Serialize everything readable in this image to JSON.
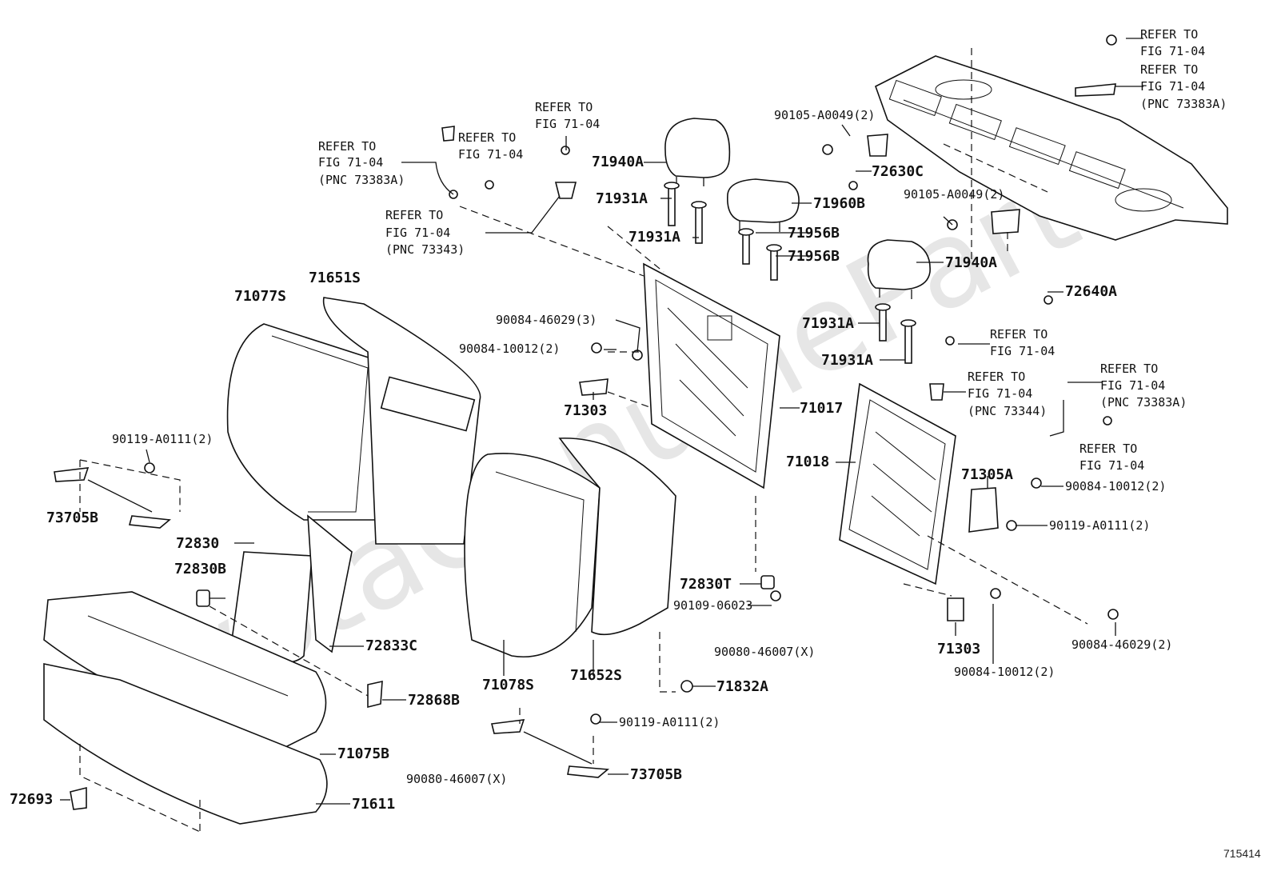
{
  "watermark": "ToyotaGenuineParts",
  "figure_id": "715414",
  "callouts": {
    "refer_topleft": [
      "REFER TO",
      "FIG 71-04",
      "(PNC 73383A)"
    ],
    "refer_topleft2": [
      "REFER TO",
      "FIG 71-04"
    ],
    "refer_topmid": [
      "REFER TO",
      "FIG 71-04"
    ],
    "refer_midleft": [
      "REFER TO",
      "FIG 71-04",
      "(PNC 73343)"
    ],
    "refer_topright1": [
      "REFER TO",
      "FIG 71-04"
    ],
    "refer_topright2": [
      "REFER TO",
      "FIG 71-04",
      "(PNC 73383A)"
    ],
    "refer_right1": [
      "REFER TO",
      "FIG 71-04"
    ],
    "refer_right2": [
      "REFER TO",
      "FIG 71-04",
      "(PNC 73344)"
    ],
    "refer_right3": [
      "REFER TO",
      "FIG 71-04",
      "(PNC 73383A)"
    ],
    "refer_right4": [
      "REFER TO",
      "FIG 71-04"
    ]
  },
  "parts": {
    "p71940A_a": "71940A",
    "p71931A_a": "71931A",
    "p71931A_b": "71931A",
    "p71960B": "71960B",
    "p71956B_a": "71956B",
    "p71956B_b": "71956B",
    "p71940A_b": "71940A",
    "p71931A_c": "71931A",
    "p71931A_d": "71931A",
    "p90105_a": "90105-A0049(2)",
    "p72630C": "72630C",
    "p90105_b": "90105-A0049(2)",
    "p72640A": "72640A",
    "p71077S": "71077S",
    "p71651S": "71651S",
    "p90084_46029_3": "90084-46029(3)",
    "p90084_10012_2a": "90084-10012(2)",
    "p71303_a": "71303",
    "p71017": "71017",
    "p71018": "71018",
    "p90119_a": "90119-A0111(2)",
    "p73705B_a": "73705B",
    "p72830": "72830",
    "p72830B": "72830B",
    "p72833C": "72833C",
    "p72868B": "72868B",
    "p71078S": "71078S",
    "p71652S": "71652S",
    "p72830T": "72830T",
    "p90109": "90109-06023",
    "p90080_a": "90080-46007(X)",
    "p71832A": "71832A",
    "p90119_b": "90119-A0111(2)",
    "p73705B_b": "73705B",
    "p71075B": "71075B",
    "p90080_b": "90080-46007(X)",
    "p72693": "72693",
    "p71611": "71611",
    "p71305A": "71305A",
    "p90084_10012_2b": "90084-10012(2)",
    "p90119_c": "90119-A0111(2)",
    "p71303_b": "71303",
    "p90084_10012_2c": "90084-10012(2)",
    "p90084_46029_2": "90084-46029(2)"
  }
}
